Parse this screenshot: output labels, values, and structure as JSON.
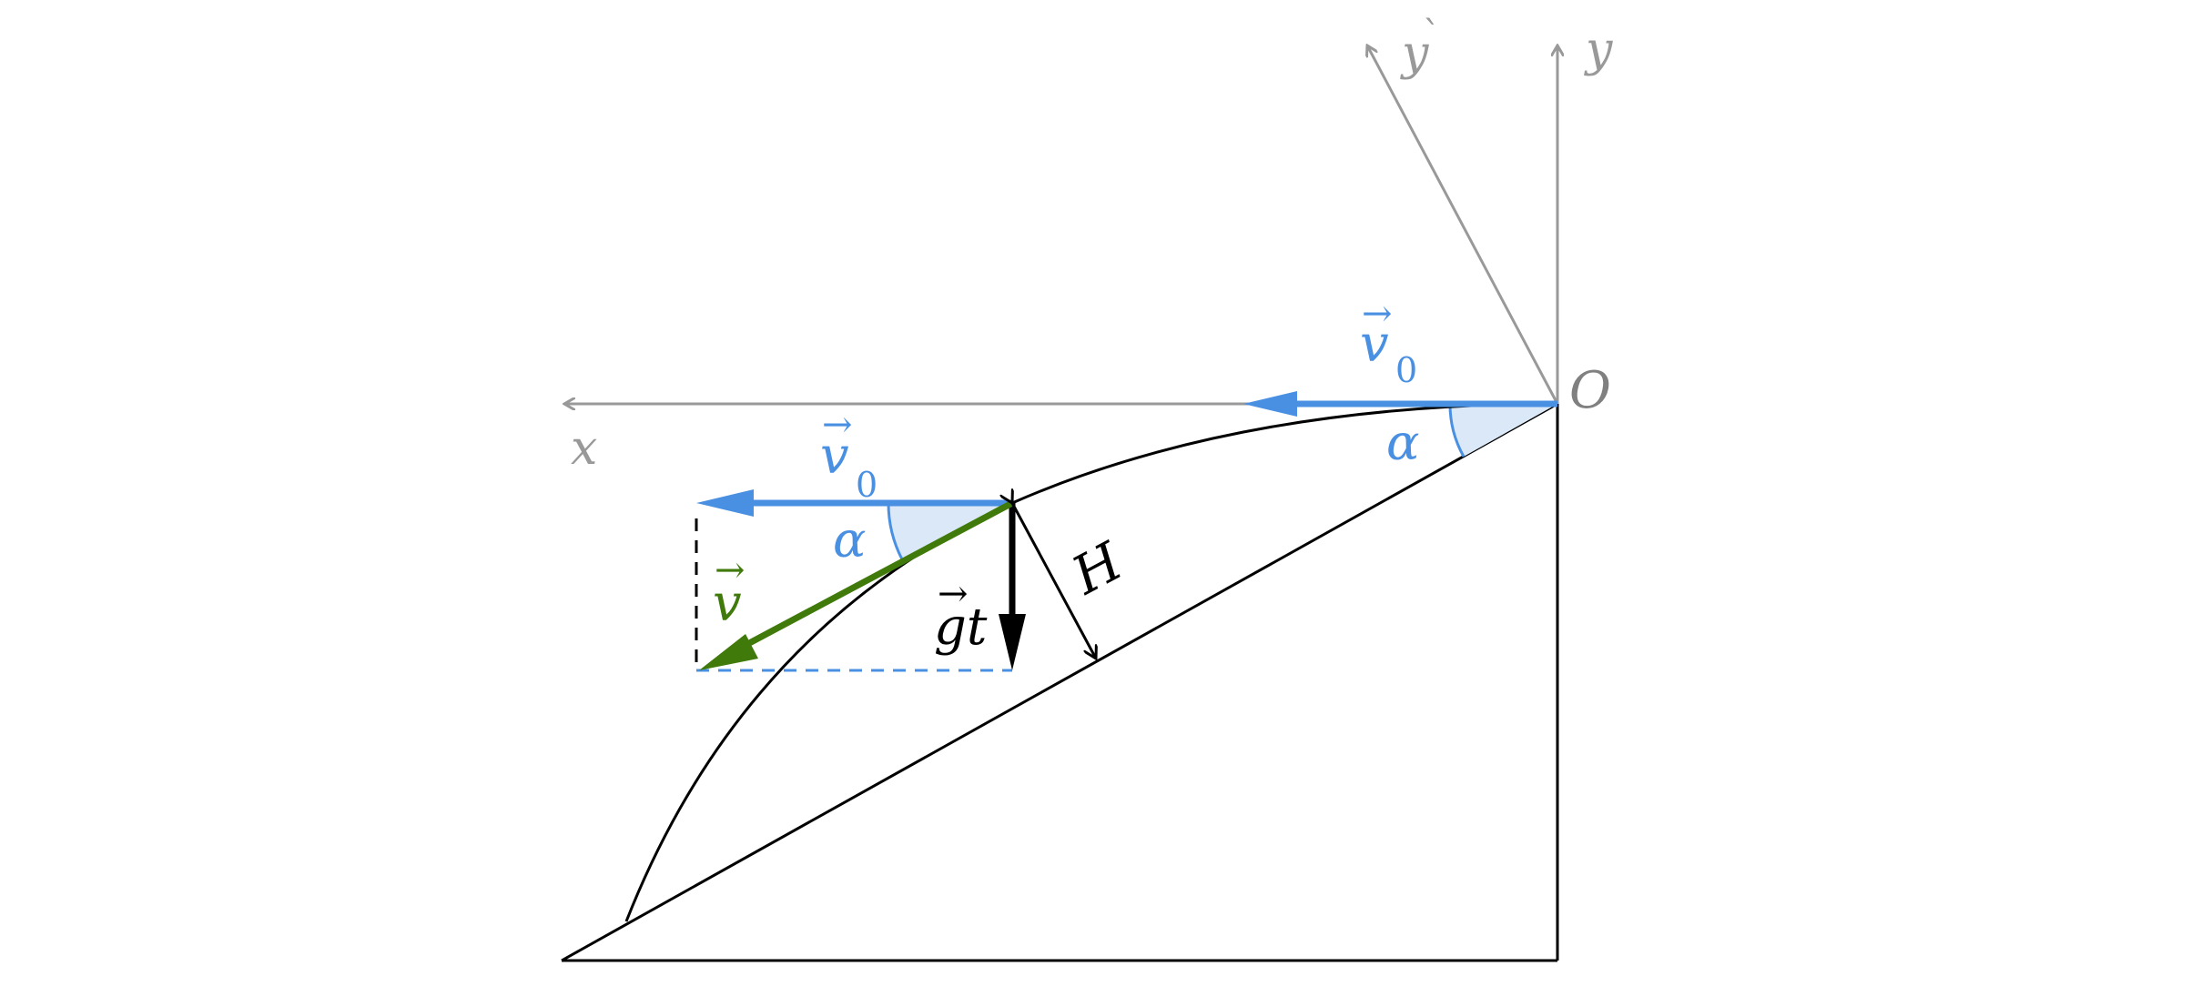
{
  "colors": {
    "axis": "#999999",
    "blue": "#4a90e2",
    "blue_fill": "#dbe8f8",
    "green": "#3f7a0a",
    "black": "#000000"
  },
  "labels": {
    "x_axis": "x",
    "y_axis": "y",
    "y_prime_axis": "y",
    "y_prime_mark": "`",
    "origin": "O",
    "v0_top": "v",
    "v0_top_sub": "0",
    "v0_mid": "v",
    "v0_mid_sub": "0",
    "alpha_top": "α",
    "alpha_mid": "α",
    "v_vec": "v",
    "gt_vec": "gt",
    "height": "H",
    "vec_arrow": "→"
  }
}
